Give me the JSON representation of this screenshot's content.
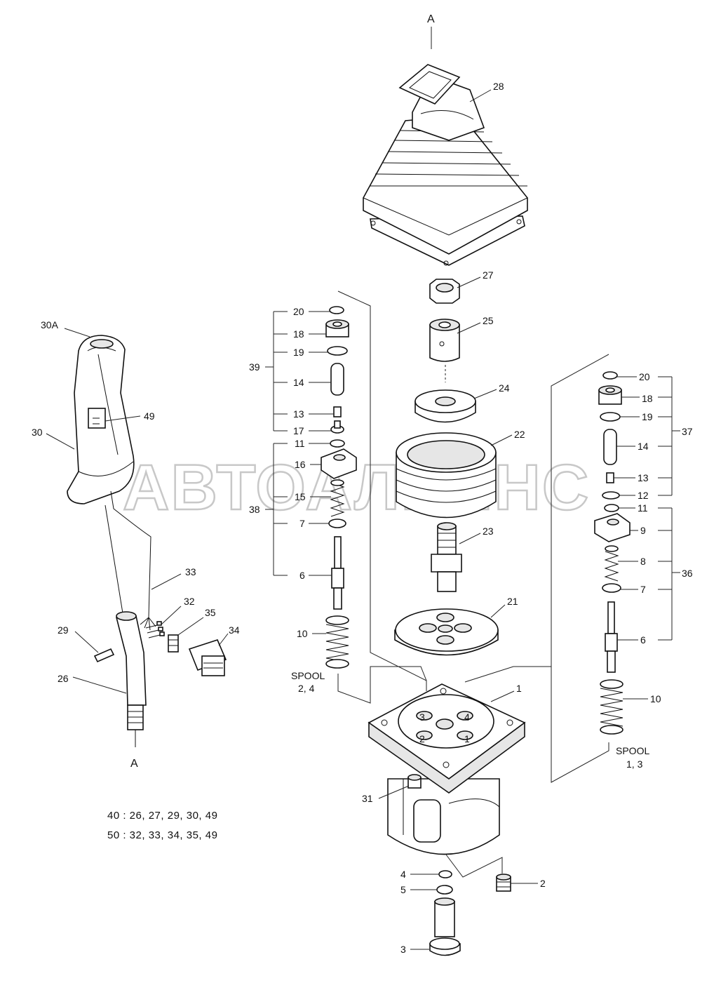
{
  "watermark": "АВТОАЛЬЯНС",
  "section_marks": {
    "top": "A",
    "bottom": "A"
  },
  "labels": {
    "p1": "1",
    "p2": "2",
    "p3": "3",
    "p4": "4",
    "p5": "5",
    "p6_left": "6",
    "p6_right": "6",
    "p7_left": "7",
    "p7_right": "7",
    "p8": "8",
    "p9": "9",
    "p10_left": "10",
    "p10_right": "10",
    "p11_left": "11",
    "p11_right": "11",
    "p12": "12",
    "p13_left": "13",
    "p13_right": "13",
    "p14_left": "14",
    "p14_right": "14",
    "p15": "15",
    "p16": "16",
    "p17": "17",
    "p18_left": "18",
    "p18_right": "18",
    "p19_left": "19",
    "p19_right": "19",
    "p20_left": "20",
    "p20_right": "20",
    "p21": "21",
    "p22": "22",
    "p23": "23",
    "p24": "24",
    "p25": "25",
    "p26": "26",
    "p27": "27",
    "p28": "28",
    "p29": "29",
    "p30": "30",
    "p30A": "30A",
    "p31": "31",
    "p32": "32",
    "p33": "33",
    "p34": "34",
    "p35": "35",
    "p36": "36",
    "p37": "37",
    "p38": "38",
    "p39": "39",
    "p49": "49"
  },
  "spool_left": {
    "line1": "SPOOL",
    "line2": "2, 4"
  },
  "spool_right": {
    "line1": "SPOOL",
    "line2": "1, 3"
  },
  "port_numbers": {
    "n1": "1",
    "n2": "2",
    "n3": "3",
    "n4": "4"
  },
  "kit_notes": {
    "kit40": "40 : 26, 27, 29, 30, 49",
    "kit50": "50 : 32, 33, 34, 35, 49"
  }
}
